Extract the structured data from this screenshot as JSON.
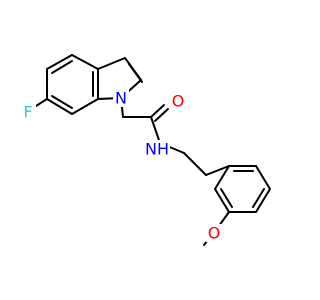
{
  "molecule": {
    "atoms": {
      "fluorine": {
        "symbol": "F",
        "color": "#33cccc"
      },
      "indole_nitrogen": {
        "symbol": "N",
        "color": "#0000ff"
      },
      "carbonyl_oxygen": {
        "symbol": "O",
        "color": "#ff0000"
      },
      "amide_nh": {
        "symbol": "NH",
        "color": "#0000ff"
      },
      "ether_oxygen": {
        "symbol": "O",
        "color": "#ff0000"
      }
    }
  }
}
